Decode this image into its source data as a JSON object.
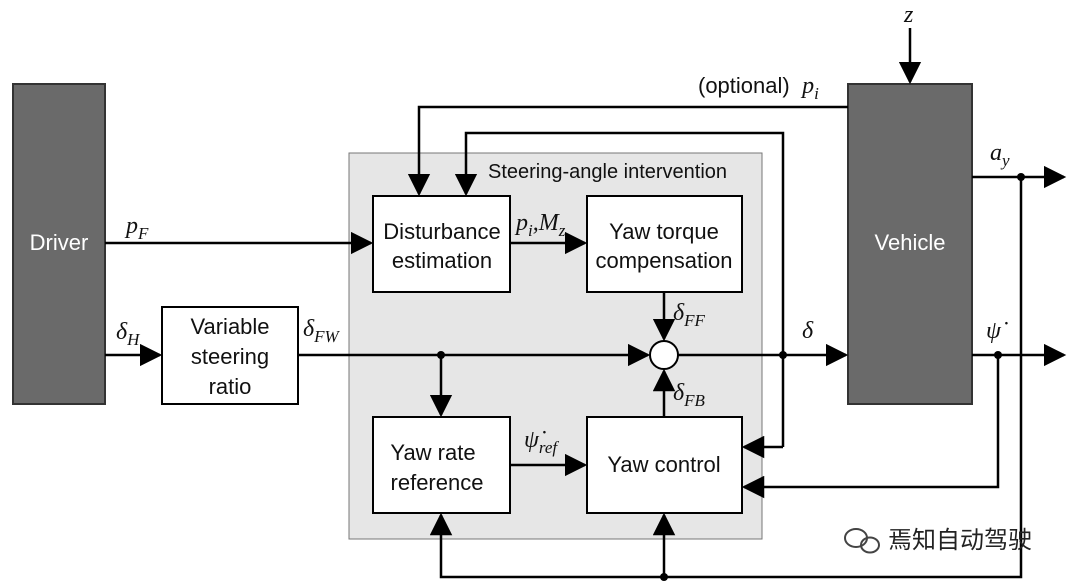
{
  "blocks": {
    "driver": "Driver",
    "vehicle": "Vehicle",
    "variable_ratio": [
      "Variable",
      "steering",
      "ratio"
    ],
    "disturbance": [
      "Disturbance",
      "estimation"
    ],
    "yaw_torque": [
      "Yaw torque",
      "compensation"
    ],
    "yaw_rate_ref": [
      "Yaw rate",
      "reference"
    ],
    "yaw_control": "Yaw control"
  },
  "region_label": "Steering-angle intervention",
  "signals": {
    "optional_text": "(optional)",
    "p_i": "p",
    "p_i_sub": "i",
    "z": "z",
    "p_F": "p",
    "p_F_sub": "F",
    "delta_H": "δ",
    "delta_H_sub": "H",
    "delta_FW": "δ",
    "delta_FW_sub": "FW",
    "pi_Mz": "p",
    "pi_Mz_sub1": "i",
    "pi_Mz_mid": ",M",
    "pi_Mz_sub2": "z",
    "delta_FF": "δ",
    "delta_FF_sub": "FF",
    "delta_FB": "δ",
    "delta_FB_sub": "FB",
    "delta": "δ",
    "a_y": "a",
    "a_y_sub": "y",
    "psi_dot": "ψ̇",
    "psi_ref": "ψ̇",
    "psi_ref_sub": "ref"
  },
  "watermark": "焉知自动驾驶"
}
